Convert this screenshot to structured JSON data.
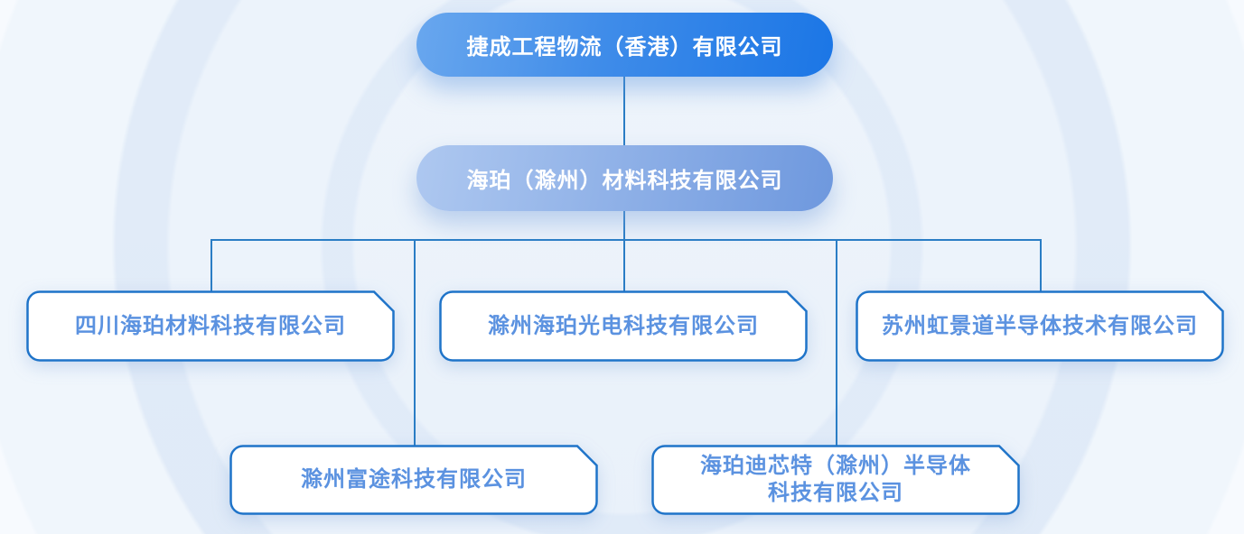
{
  "org_chart": {
    "type": "org-chart",
    "root": {
      "label": "捷成工程物流（香港）有限公司",
      "level": 1
    },
    "holding": {
      "label": "海珀（滁州）材料科技有限公司",
      "level": 2
    },
    "subsidiaries_row1": [
      "四川海珀材料科技有限公司",
      "滁州海珀光电科技有限公司",
      "苏州虹景道半导体技术有限公司"
    ],
    "subsidiaries_row2": [
      "滁州富途科技有限公司",
      "海珀迪芯特（滁州）半导体\n科技有限公司"
    ]
  },
  "colors": {
    "root_gradient_start": "#69a7ee",
    "root_gradient_end": "#1b76e6",
    "holding_gradient_start": "#aec8f0",
    "holding_gradient_end": "#6e98de",
    "box_border": "#1f74c9",
    "box_fill": "#ffffff",
    "box_text": "#5b92e0",
    "pill_text": "#ffffff",
    "connector_line": "#2a7dc5",
    "background": "#edf3fb"
  }
}
